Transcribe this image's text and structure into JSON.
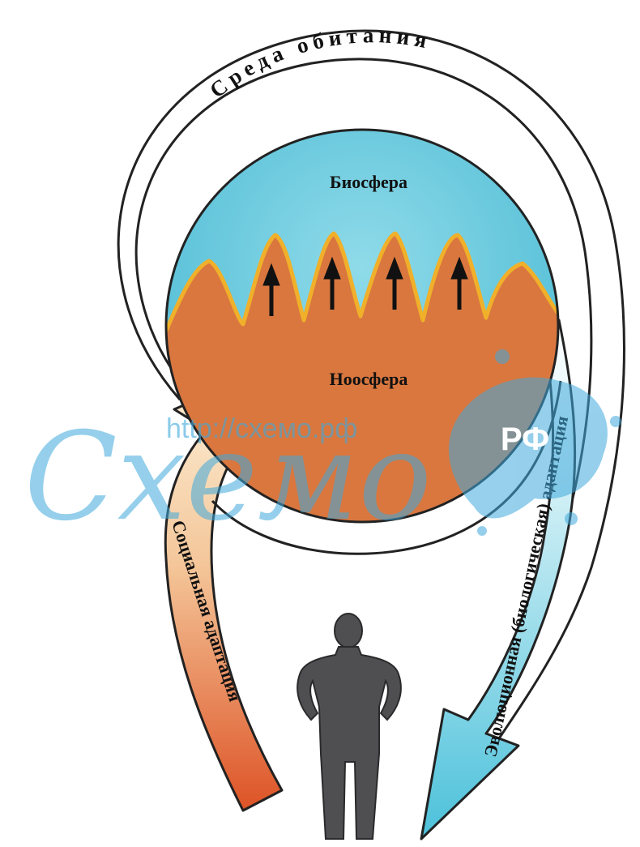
{
  "diagram": {
    "outer_label": "Среда обитания",
    "sphere_top_label": "Биосфера",
    "sphere_bottom_label": "Ноосфера",
    "left_arrow_label": "Социальная адаптация",
    "right_arrow_label": "Эволюционная (биологическая) адаптация"
  },
  "watermark": {
    "script_text": "Схемо",
    "url_text": "http://схемо.рф",
    "badge_text": "РФ"
  },
  "colors": {
    "sky": "#5ec8de",
    "earth": "#d9773f",
    "flame_edge": "#f0c23a",
    "social_arrow_top": "#fbe9c8",
    "social_arrow_bottom": "#e0572a",
    "evolution_arrow": "#62c9de",
    "human": "#4f4f52",
    "watermark": "#3fa9dc"
  }
}
